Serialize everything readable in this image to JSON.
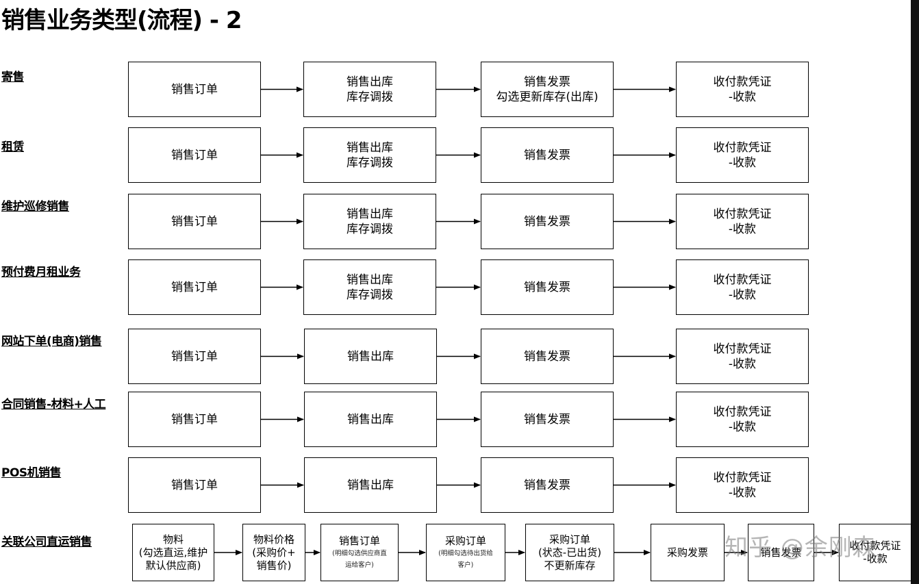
{
  "title": "销售业务类型(流程) - 2",
  "rows": [
    {
      "label": "寄售",
      "steps": [
        [
          "销售订单"
        ],
        [
          "销售出库",
          "库存调拨"
        ],
        [
          "销售发票",
          "勾选更新库存(出库)"
        ],
        [
          "收付款凭证",
          "-收款"
        ]
      ]
    },
    {
      "label": "租赁",
      "steps": [
        [
          "销售订单"
        ],
        [
          "销售出库",
          "库存调拨"
        ],
        [
          "销售发票"
        ],
        [
          "收付款凭证",
          "-收款"
        ]
      ]
    },
    {
      "label": "维护巡修销售",
      "steps": [
        [
          "销售订单"
        ],
        [
          "销售出库",
          "库存调拨"
        ],
        [
          "销售发票"
        ],
        [
          "收付款凭证",
          "-收款"
        ]
      ]
    },
    {
      "label": "预付费月租业务",
      "steps": [
        [
          "销售订单"
        ],
        [
          "销售出库",
          "库存调拨"
        ],
        [
          "销售发票"
        ],
        [
          "收付款凭证",
          "-收款"
        ]
      ]
    },
    {
      "label": "网站下单(电商)销售",
      "steps": [
        [
          "销售订单"
        ],
        [
          "销售出库"
        ],
        [
          "销售发票"
        ],
        [
          "收付款凭证",
          "-收款"
        ]
      ]
    },
    {
      "label": "合同销售-材料+人工",
      "steps": [
        [
          "销售订单"
        ],
        [
          "销售出库"
        ],
        [
          "销售发票"
        ],
        [
          "收付款凭证",
          "-收款"
        ]
      ]
    },
    {
      "label": "POS机销售",
      "steps": [
        [
          "销售订单"
        ],
        [
          "销售出库"
        ],
        [
          "销售发票"
        ],
        [
          "收付款凭证",
          "-收款"
        ]
      ]
    }
  ],
  "last_row": {
    "label": "关联公司直运销售",
    "steps": [
      {
        "lines": [
          "物料",
          "(勾选直运,维护",
          "默认供应商)"
        ]
      },
      {
        "lines": [
          "物料价格",
          "(采购价+",
          "销售价)"
        ]
      },
      {
        "lines": [
          "销售订单"
        ],
        "notes": [
          "(明细勾选供应商直",
          "运给客户)"
        ]
      },
      {
        "lines": [
          "采购订单"
        ],
        "notes": [
          "(明细勾选待出货给",
          "客户)"
        ]
      },
      {
        "lines": [
          "采购订单",
          "(状态-已出货)",
          "不更新库存"
        ]
      },
      {
        "lines": [
          "采购发票"
        ]
      },
      {
        "lines": [
          "销售发票"
        ]
      },
      {
        "lines": [
          "收付款凭证",
          "-收款"
        ]
      }
    ]
  },
  "watermark": "知乎 @余刚森"
}
